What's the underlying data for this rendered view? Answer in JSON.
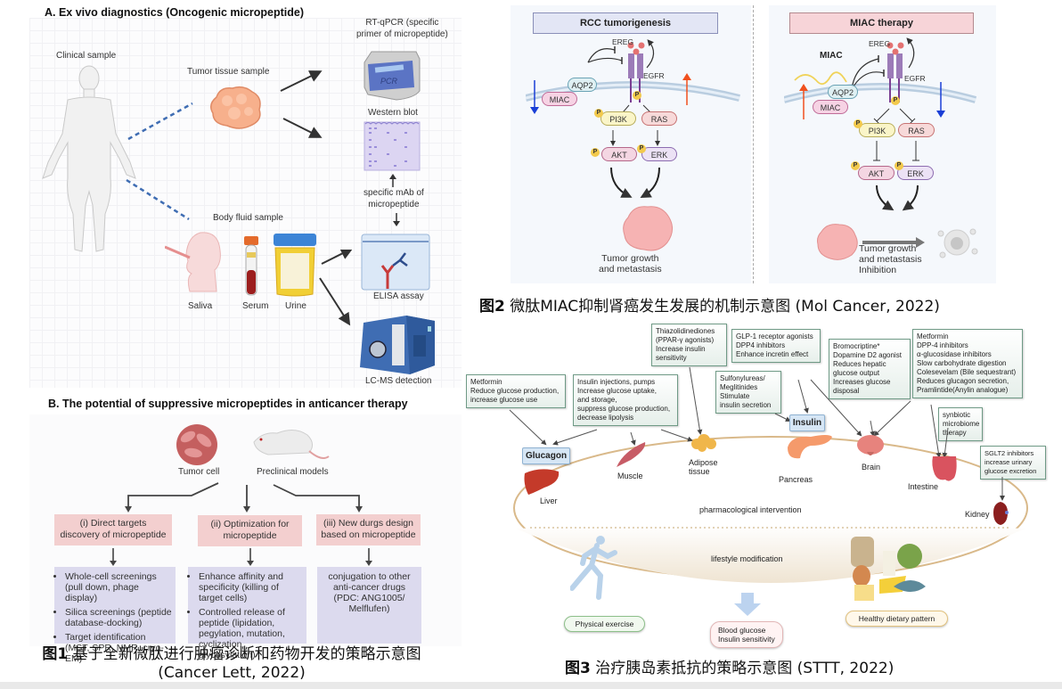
{
  "figure1": {
    "panel_a": {
      "title": "A. Ex vivo diagnostics (Oncogenic micropeptide)",
      "clinical_sample": "Clinical sample",
      "tumor_tissue_sample": "Tumor tissue sample",
      "body_fluid_sample": "Body fluid sample",
      "fluids": [
        "Saliva",
        "Serum",
        "Urine"
      ],
      "rtqpcr_label_line1": "RT-qPCR  (specific",
      "rtqpcr_label_line2": "primer of micropeptide)",
      "pcr_screen": "PCR",
      "western_blot": "Western blot",
      "mab_line1": "specific mAb of",
      "mab_line2": "micropeptide",
      "elisa": "ELISA assay",
      "lcms": "LC-MS detection"
    },
    "panel_b": {
      "title": "B. The potential of suppressive micropeptides in anticancer therapy",
      "tumor_cell": "Tumor cell",
      "preclinical_models": "Preclinical models",
      "strategies": [
        {
          "heading_line1": "(i) Direct targets",
          "heading_line2": "discovery of micropeptide",
          "items": [
            "Whole-cell screenings (pull down, phage display)",
            "Silica screenings (peptide database-docking)",
            "Target identification (MST, SPR, NMR, cryo-EM)"
          ]
        },
        {
          "heading_line1": "(ii) Optimization for",
          "heading_line2": "micropeptide",
          "items": [
            "Enhance affinity and specificity (killing of target cells)",
            "Controlled release of peptide (lipidation, pegylation, mutation, cyclization, glycosylation)"
          ]
        },
        {
          "heading_line1": "(iii) New durgs design",
          "heading_line2": "based on micropeptide",
          "text": "conjugation to other anti-cancer drugs (PDC: ANG1005/ Melflufen)"
        }
      ]
    },
    "caption_prefix": "图1",
    "caption_line1": " 基于全新微肽进行肿瘤诊断和药物开发的策略示意图",
    "caption_line2": "(Cancer Lett, 2022)"
  },
  "figure2": {
    "left": {
      "title": "RCC tumorigenesis",
      "ereg": "EREG",
      "egfr": "EGFR",
      "aqp2": "AQP2",
      "miac": "MIAC",
      "pi3k": "PI3K",
      "ras": "RAS",
      "akt": "AKT",
      "erk": "ERK",
      "p": "P",
      "outcome_line1": "Tumor growth",
      "outcome_line2": "and metastasis"
    },
    "right": {
      "title": "MIAC therapy",
      "miac_peptide": "MIAC",
      "ereg": "EREG",
      "egfr": "EGFR",
      "aqp2": "AQP2",
      "miac": "MIAC",
      "pi3k": "PI3K",
      "ras": "RAS",
      "akt": "AKT",
      "erk": "ERK",
      "p": "P",
      "outcome_line1": "Tumor growth",
      "outcome_line2": "and metastasis",
      "outcome_line3": "Inhibition"
    },
    "colors": {
      "left_header": "#e3e6f5",
      "right_header": "#f7d4d8",
      "up_arrow": "#f0501e",
      "down_arrow": "#1a3fd6"
    },
    "caption_prefix": "图2",
    "caption_text": " 微肽MIAC抑制肾癌发生发展的机制示意图 (Mol Cancer, 2022)"
  },
  "figure3": {
    "boxes": {
      "metformin_liver": [
        "Metformin",
        "Reduce glucose production,",
        "increase glucose use"
      ],
      "insulin_injections": [
        "Insulin injections, pumps",
        "Increase glucose uptake,",
        "and storage,",
        "suppress glucose production,",
        "decrease lipolysis"
      ],
      "thiazolidinediones": [
        "Thiazolidinediones",
        "(PPAR-γ agonists)",
        "Increase insulin",
        "sensitivity"
      ],
      "glp1": [
        "GLP-1 receptor agonists",
        "DPP4 inhibitors",
        "Enhance incretin effect"
      ],
      "sulfonylureas": [
        "Sulfonylureas/",
        "Meglitinides",
        "Stimulate",
        "insulin secretion"
      ],
      "bromocriptine": [
        "Bromocriptine*",
        "Dopamine D2 agonist",
        "Reduces hepatic",
        "glucose output",
        "Increases glucose",
        "disposal"
      ],
      "metformin_intestine": [
        "Metformin",
        "DPP-4 inhibitors",
        "α-glucosidase inhibitors",
        "Slow carbohydrate digestion",
        "Colesevelam (Bile sequestrant)",
        "Reduces glucagon secretion,",
        "Pramlintide(Anylin analogue)"
      ],
      "synbiotic": [
        "synbiotic",
        "microbiome",
        "therapy"
      ],
      "sglt2": [
        "SGLT2 inhibitors",
        "increase urinary",
        "glucose excretion"
      ]
    },
    "tags": {
      "glucagon": "Glucagon",
      "insulin": "Insulin"
    },
    "organs": {
      "liver": "Liver",
      "muscle": "Muscle",
      "adipose_line1": "Adipose",
      "adipose_line2": "tissue",
      "pancreas": "Pancreas",
      "brain": "Brain",
      "intestine": "Intestine",
      "kidney": "Kidney"
    },
    "pharmacological": "pharmacological intervention",
    "lifestyle": "lifestyle modification",
    "physical_exercise": "Physical exercise",
    "healthy_diet": "Healthy dietary pattern",
    "outcome_line1": "Blood glucose",
    "outcome_line2": "Insulin sensitivity",
    "caption_prefix": "图3",
    "caption_text": " 治疗胰岛素抵抗的策略示意图 (STTT, 2022)"
  }
}
